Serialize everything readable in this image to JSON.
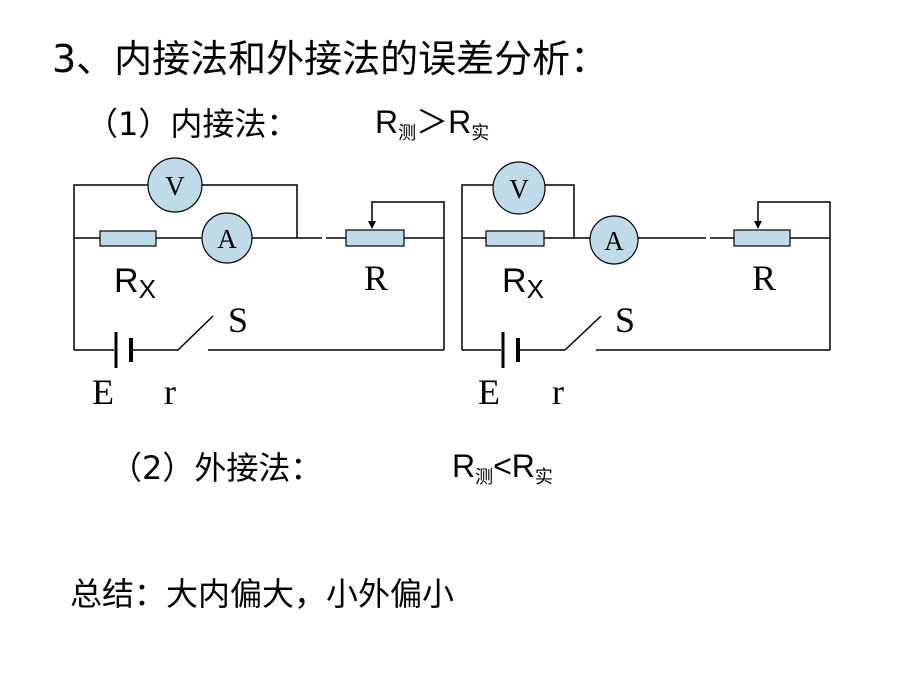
{
  "title": "3、内接法和外接法的误差分析：",
  "method1": {
    "label": "（1）内接法：",
    "rel_left": "R",
    "rel_left_sub": "测",
    "rel_op": "＞",
    "rel_right": "R",
    "rel_right_sub": "实"
  },
  "method2": {
    "label": "（2）外接法：",
    "rel_left": "R",
    "rel_left_sub": "测",
    "rel_op": "<",
    "rel_right": "R",
    "rel_right_sub": "实"
  },
  "circuit": {
    "voltmeter": "V",
    "ammeter": "A",
    "rx": "R",
    "rx_sub": "X",
    "rheostat": "R",
    "switch": "S",
    "emf": "E",
    "internal_r": "r"
  },
  "summary": "总结：大内偏大，小外偏小",
  "colors": {
    "component_fill": "#bfdbe8"
  }
}
